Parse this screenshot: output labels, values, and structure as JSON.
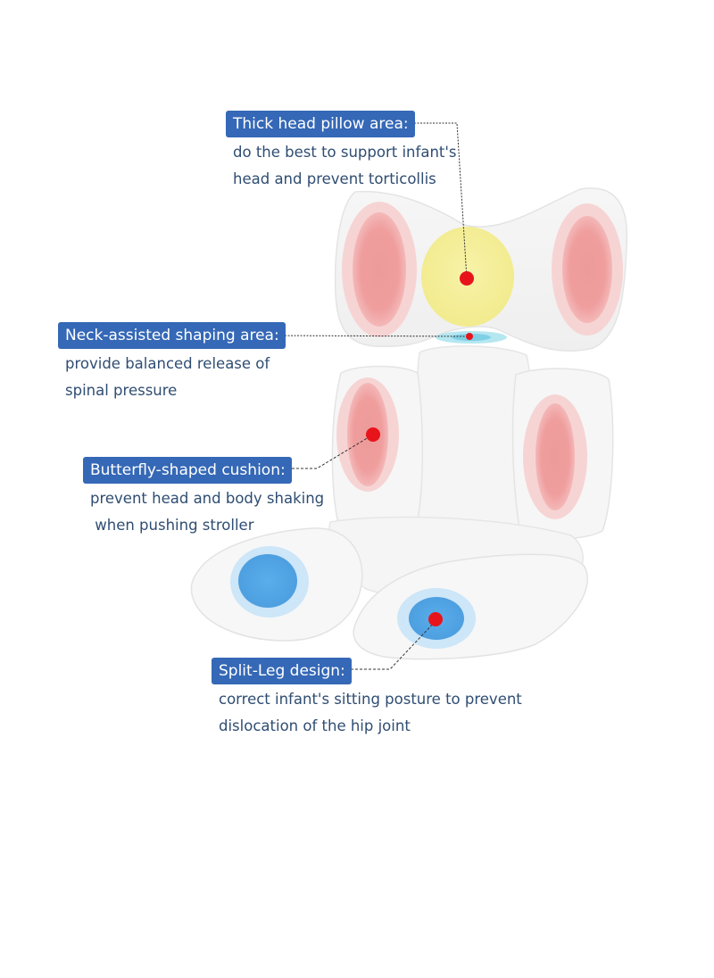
{
  "callouts": [
    {
      "id": "head-pillow",
      "title": "Thick head pillow area:",
      "lines": [
        "do the best to support infant's",
        "head and prevent torticollis"
      ]
    },
    {
      "id": "neck",
      "title": "Neck-assisted shaping area:",
      "lines": [
        "provide balanced release of",
        "spinal pressure"
      ]
    },
    {
      "id": "butterfly",
      "title": "Butterfly-shaped cushion:",
      "lines": [
        "prevent head and body shaking",
        " when pushing stroller"
      ]
    },
    {
      "id": "split-leg",
      "title": "Split-Leg design:",
      "lines": [
        "correct infant's sitting posture to prevent",
        "dislocation of the hip joint"
      ]
    }
  ],
  "colors": {
    "tag_background": "#3568b6",
    "description_text": "#2f4d72",
    "cushion_base": "#f3f3f3",
    "pink_zone": "#ec9a9a",
    "yellow_zone": "#f5f0a0",
    "blue_zone": "#4fa3e3",
    "marker_dot": "#e8141b",
    "leader_line": "#333333"
  }
}
